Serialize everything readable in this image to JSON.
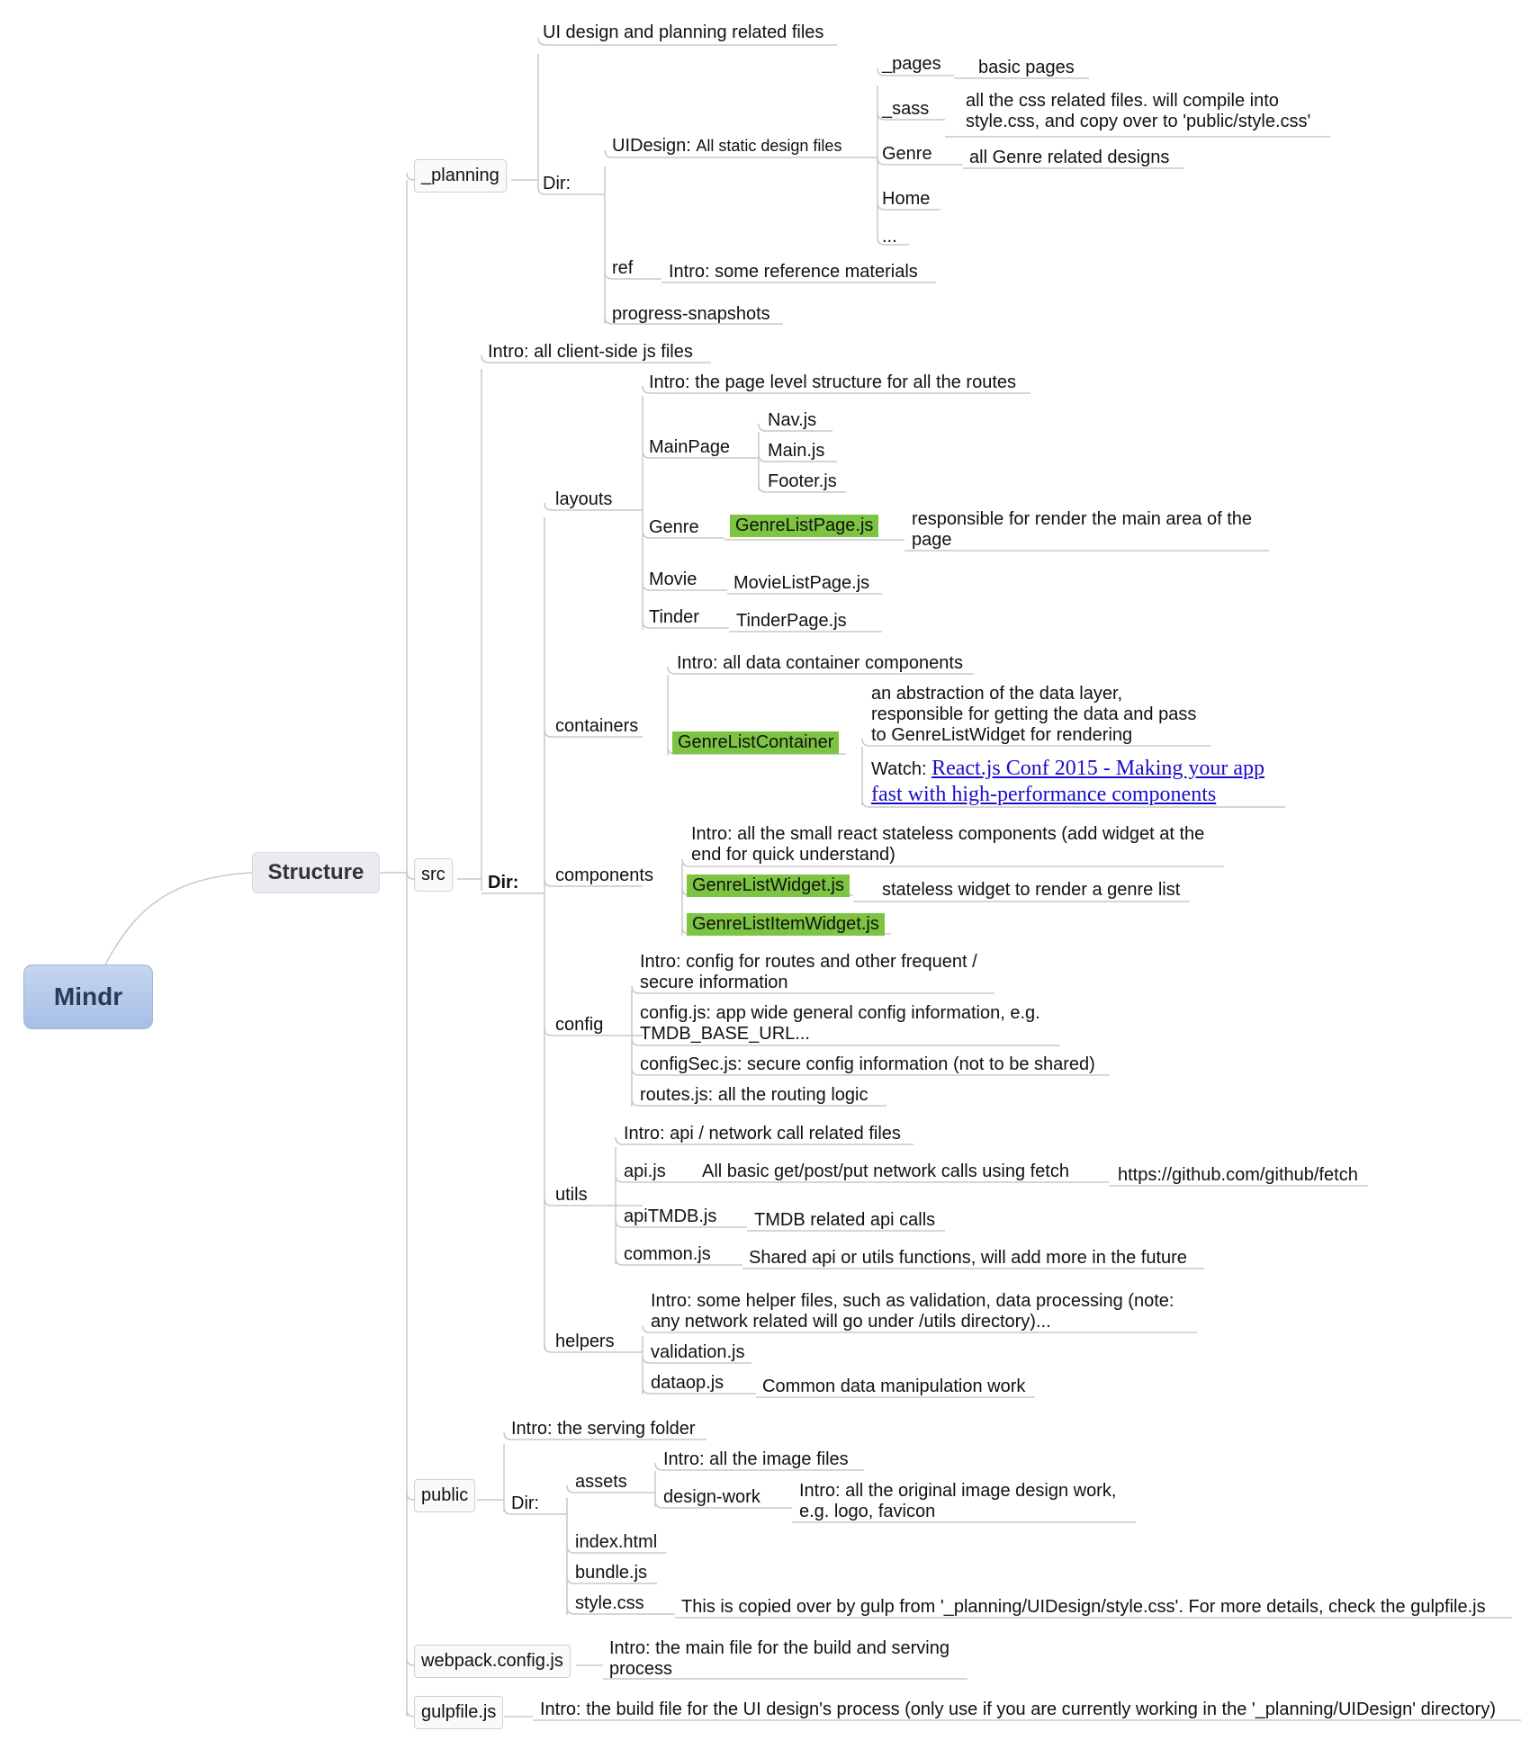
{
  "root": "Mindr",
  "structure": "Structure",
  "planning": {
    "label": "_planning",
    "intro": "UI design and planning related files",
    "dir": "Dir:",
    "uidesign_name": "UIDesign:",
    "uidesign_desc": "All static design files",
    "pages": "_pages",
    "pages_desc": "basic pages",
    "sass": "_sass",
    "sass_desc": "all the css related files. will compile into style.css, and copy over to 'public/style.css'",
    "genre": "Genre",
    "genre_desc": "all Genre related designs",
    "home": "Home",
    "more": "...",
    "ref": "ref",
    "ref_desc": "Intro: some reference materials",
    "progress": "progress-snapshots"
  },
  "src": {
    "label": "src",
    "intro": "Intro: all client-side js files",
    "dir": "Dir:",
    "layouts": {
      "label": "layouts",
      "intro": "Intro: the page level structure for all the routes",
      "mainpage": "MainPage",
      "nav": "Nav.js",
      "main": "Main.js",
      "footer": "Footer.js",
      "genre": "Genre",
      "genrelistpage": "GenreListPage.js",
      "genrelistpage_desc": "responsible for render the main area of the page",
      "movie": "Movie",
      "movielistpage": "MovieListPage.js",
      "tinder": "Tinder",
      "tinderpage": "TinderPage.js"
    },
    "containers": {
      "label": "containers",
      "intro": "Intro: all data container components",
      "genrelistcontainer": "GenreListContainer",
      "abstraction": "an abstraction of the data layer, responsible for getting the data and pass to GenreListWidget for rendering",
      "watch": "Watch:",
      "watch_link": "React.js Conf 2015 - Making your app fast with high-performance components"
    },
    "components": {
      "label": "components",
      "intro": "Intro: all the small react stateless components (add widget at the end for quick understand)",
      "genrelistwidget": "GenreListWidget.js",
      "genrelistwidget_desc": "stateless widget to render a genre list",
      "genrelistitemwidget": "GenreListItemWidget.js"
    },
    "config": {
      "label": "config",
      "intro": "Intro: config for routes and other frequent / secure information",
      "configjs": "config.js: app wide general config information, e.g. TMDB_BASE_URL...",
      "configsec": "configSec.js: secure config information (not to be shared)",
      "routes": "routes.js: all the routing logic"
    },
    "utils": {
      "label": "utils",
      "intro": "Intro: api / network call related files",
      "api": "api.js",
      "api_desc": "All basic get/post/put network calls using fetch",
      "api_link": "https://github.com/github/fetch",
      "apitmdb": "apiTMDB.js",
      "apitmdb_desc": "TMDB related api calls",
      "common": "common.js",
      "common_desc": "Shared api or utils functions, will add more in the future"
    },
    "helpers": {
      "label": "helpers",
      "intro": "Intro: some helper files, such as validation, data processing (note: any network related will go under /utils directory)...",
      "validation": "validation.js",
      "dataop": "dataop.js",
      "dataop_desc": "Common data manipulation work"
    }
  },
  "public": {
    "label": "public",
    "intro": "Intro: the serving folder",
    "dir": "Dir:",
    "assets": "assets",
    "assets_intro": "Intro: all the image files",
    "designwork": "design-work",
    "designwork_desc": "Intro: all the original image design work, e.g. logo, favicon",
    "index": "index.html",
    "bundle": "bundle.js",
    "style": "style.css",
    "style_desc": "This is copied over by gulp from '_planning/UIDesign/style.css'. For more details, check the gulpfile.js"
  },
  "webpack": {
    "label": "webpack.config.js",
    "intro": "Intro: the main file for the build and serving process"
  },
  "gulp": {
    "label": "gulpfile.js",
    "intro": "Intro: the build file for the UI design's process (only use if you are currently working in the '_planning/UIDesign' directory)"
  },
  "colors": {
    "highlight": "#7dc443",
    "root_fill": "#b4c9ea",
    "line": "#c8c8c8",
    "link": "#1a0dcc"
  }
}
